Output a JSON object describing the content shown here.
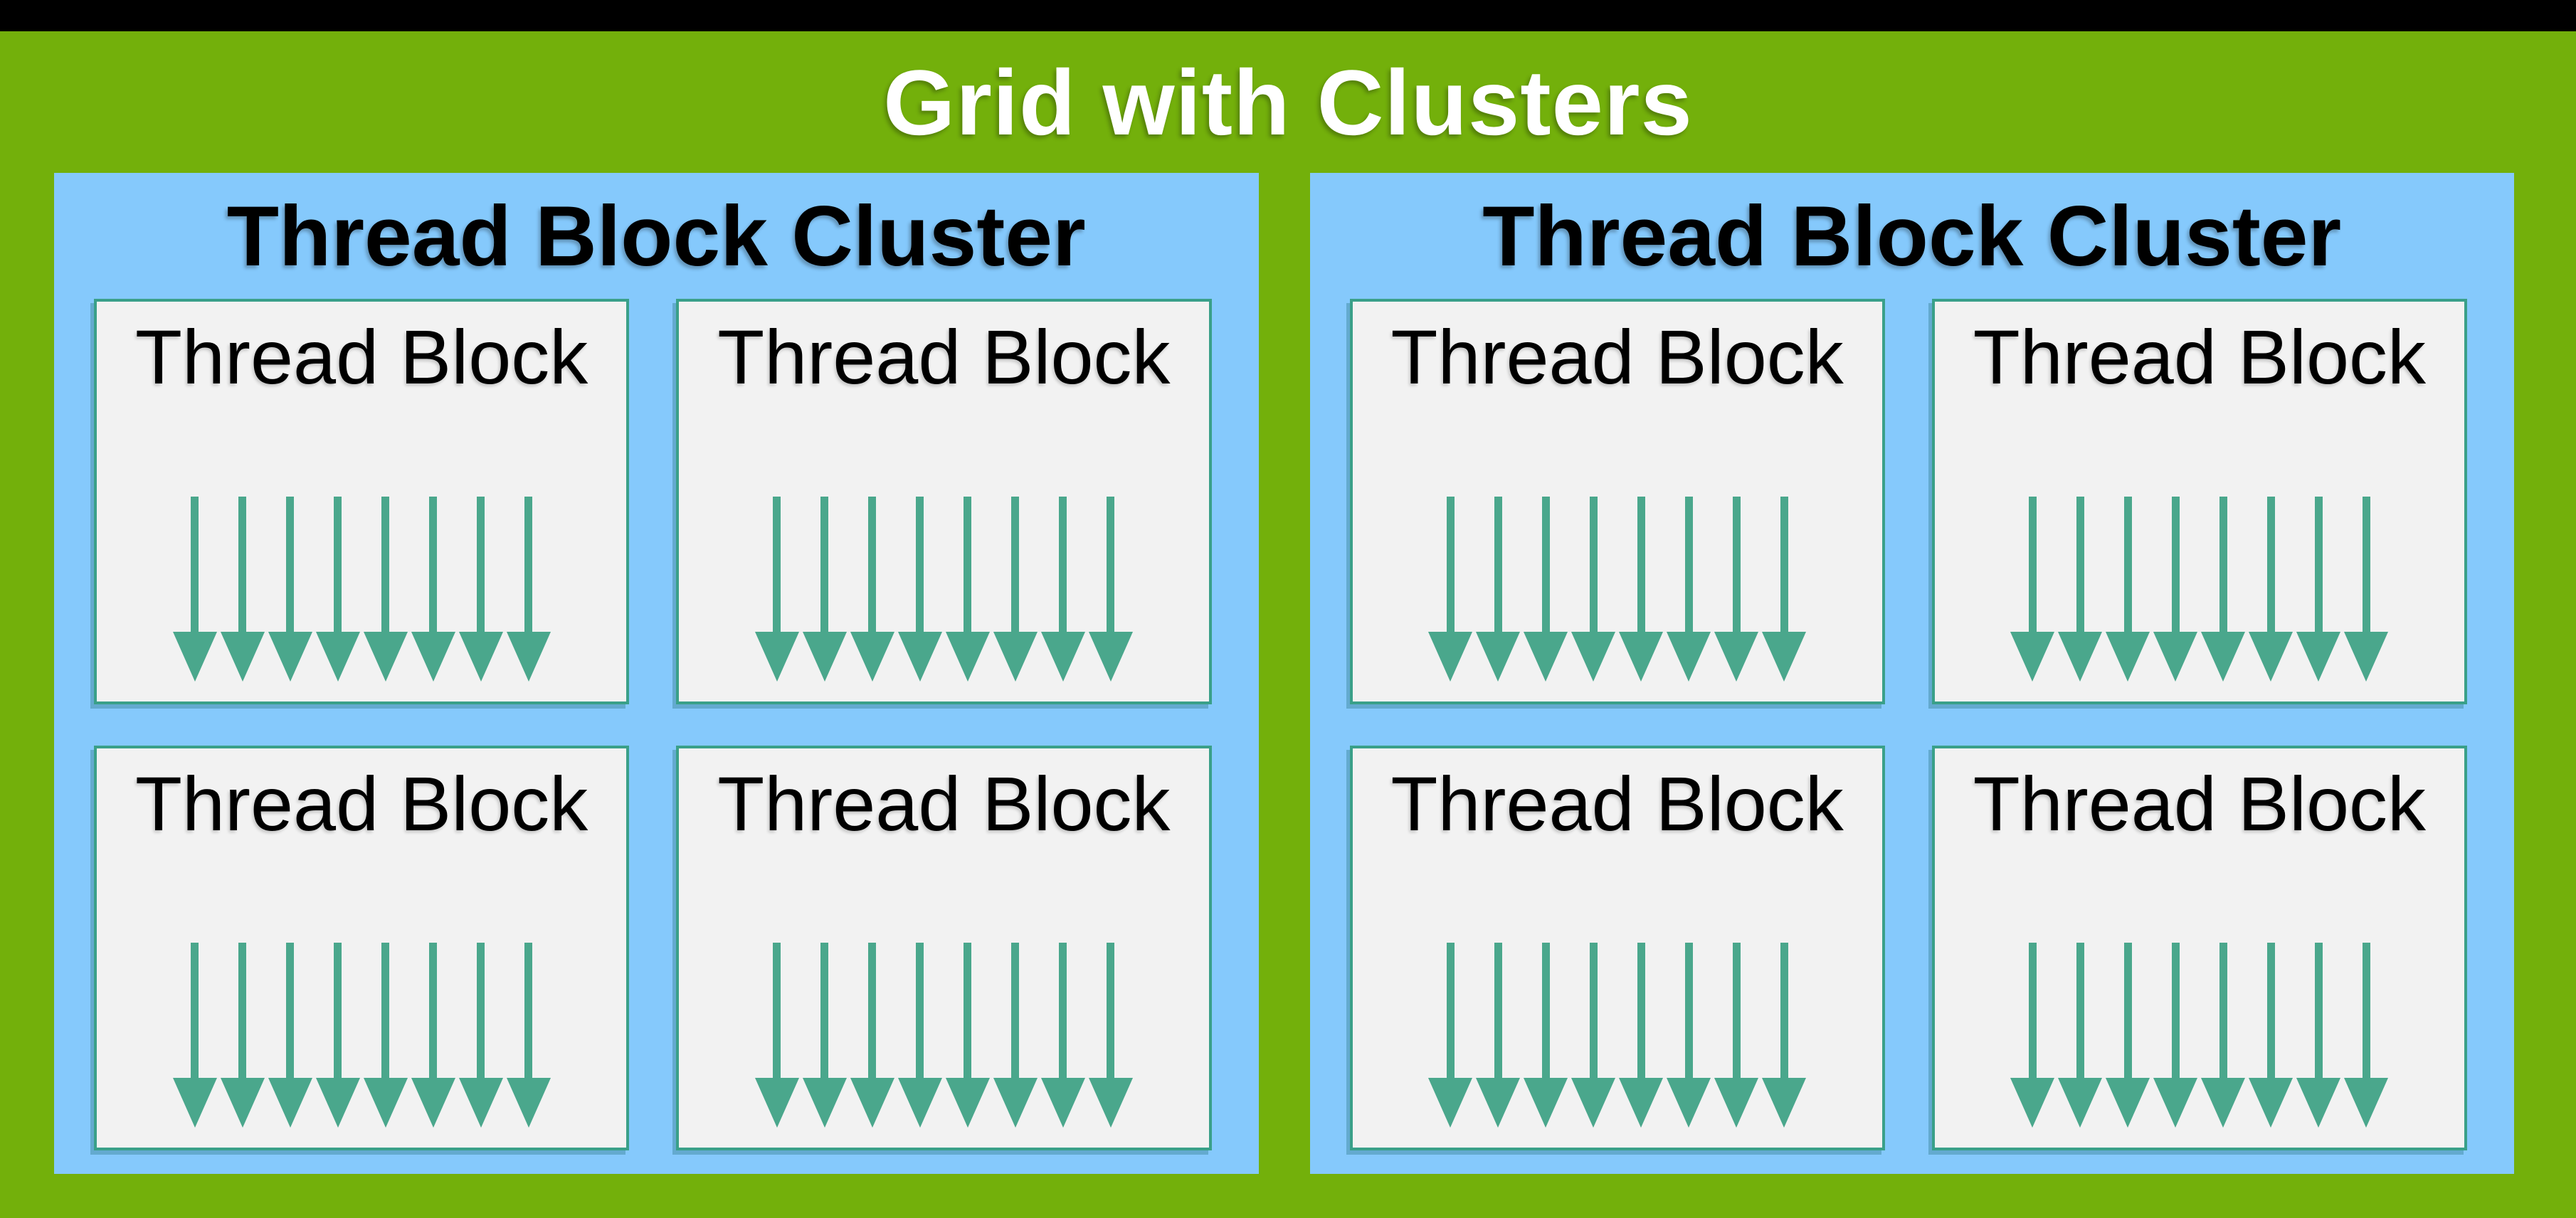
{
  "title": "Grid with Clusters",
  "clusters": [
    {
      "title": "Thread Block Cluster",
      "blocks": [
        {
          "label": "Thread Block",
          "thread_arrows": 8
        },
        {
          "label": "Thread Block",
          "thread_arrows": 8
        },
        {
          "label": "Thread Block",
          "thread_arrows": 8
        },
        {
          "label": "Thread Block",
          "thread_arrows": 8
        }
      ]
    },
    {
      "title": "Thread Block Cluster",
      "blocks": [
        {
          "label": "Thread Block",
          "thread_arrows": 8
        },
        {
          "label": "Thread Block",
          "thread_arrows": 8
        },
        {
          "label": "Thread Block",
          "thread_arrows": 8
        },
        {
          "label": "Thread Block",
          "thread_arrows": 8
        }
      ]
    }
  ],
  "colors": {
    "top_bar": "#000000",
    "background_green": "#73b00b",
    "cluster_blue": "#85c9fc",
    "block_fill": "#f2f2f2",
    "block_border": "#3aa089",
    "arrow_teal": "#4aa78c",
    "title_text": "#ffffff",
    "label_text": "#000000"
  }
}
